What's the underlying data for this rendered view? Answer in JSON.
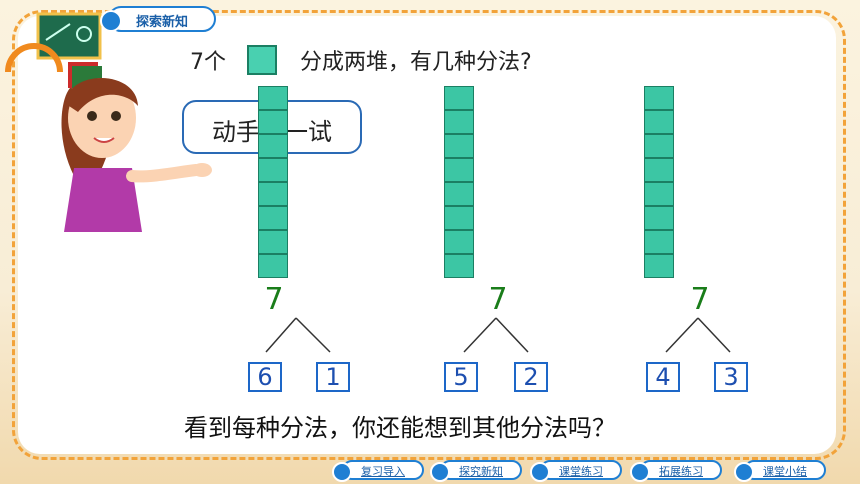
{
  "header": {
    "tab_label": "探索新知"
  },
  "question": {
    "prefix": "7个",
    "suffix": "分成两堆，有几种分法?"
  },
  "speech_bubble": {
    "text": "动手试一试"
  },
  "groups": [
    {
      "total": "7",
      "left": "6",
      "right": "1"
    },
    {
      "total": "7",
      "left": "5",
      "right": "2"
    },
    {
      "total": "7",
      "left": "4",
      "right": "3"
    }
  ],
  "bottom_question": "看到每种分法，你还能想到其他分法吗？",
  "nav": {
    "items": [
      "复习导入",
      "探究新知",
      "课堂练习",
      "拓展练习",
      "课堂小结"
    ]
  },
  "colors": {
    "accent": "#1f7fd3",
    "dash": "#f2a33a",
    "cube": "#3cc6a4",
    "number_green": "#1a7d1a"
  }
}
